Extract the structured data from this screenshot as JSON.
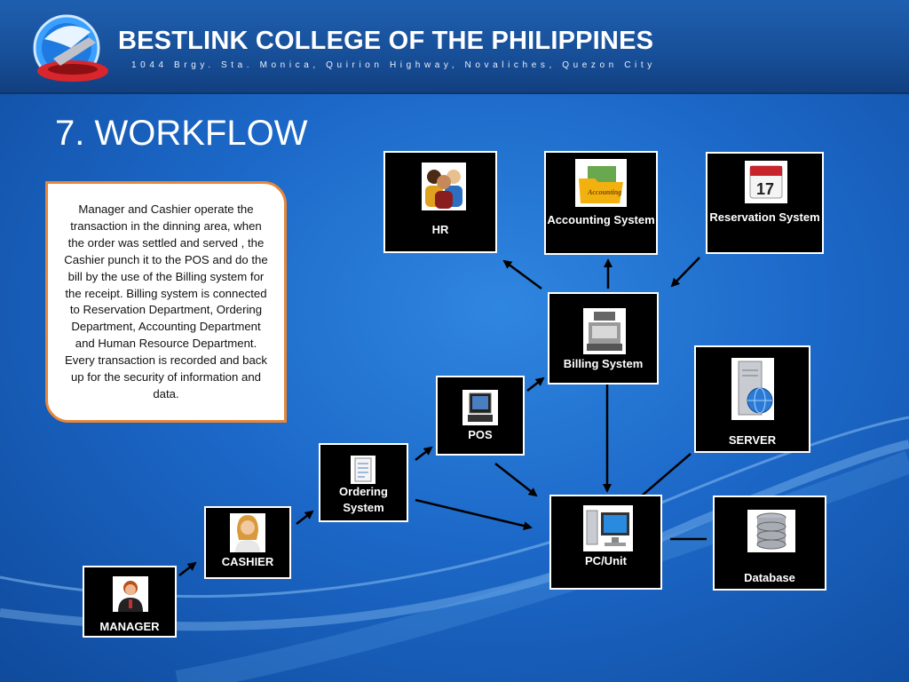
{
  "header": {
    "college_name": "BESTLINK COLLEGE OF THE PHILIPPINES",
    "address": "1044 Brgy. Sta. Monica, Quirion Highway, Novaliches, Quezon City"
  },
  "slide_title": "7. WORKFLOW",
  "description": "Manager and Cashier  operate the transaction in the dinning area, when the order was settled and served , the Cashier punch it to the POS and do the bill by the use of the Billing system for the receipt. Billing system is connected to Reservation Department, Ordering Department, Accounting Department and Human Resource Department. Every transaction is recorded and back up for the security of information and data.",
  "nodes": {
    "hr": {
      "label": "HR",
      "icon": "people-icon"
    },
    "accounting": {
      "label": "Accounting System",
      "icon": "accounting-folder-icon"
    },
    "reservation": {
      "label": "Reservation System",
      "icon": "calendar-icon"
    },
    "billing": {
      "label": "Billing System",
      "icon": "cash-register-icon"
    },
    "server": {
      "label": "SERVER",
      "icon": "server-globe-icon"
    },
    "pos": {
      "label": "POS",
      "icon": "pos-terminal-icon"
    },
    "ordering": {
      "label": "Ordering System",
      "icon": "document-icon"
    },
    "pc": {
      "label": "PC/Unit",
      "icon": "computer-icon"
    },
    "database": {
      "label": "Database",
      "icon": "database-icon"
    },
    "cashier": {
      "label": "CASHIER",
      "icon": "cashier-person-icon"
    },
    "manager": {
      "label": "MANAGER",
      "icon": "manager-person-icon"
    }
  },
  "colors": {
    "background": "#1c68c8",
    "callout_border": "#e8873a",
    "node_fill": "#000000",
    "node_border": "#ffffff"
  }
}
